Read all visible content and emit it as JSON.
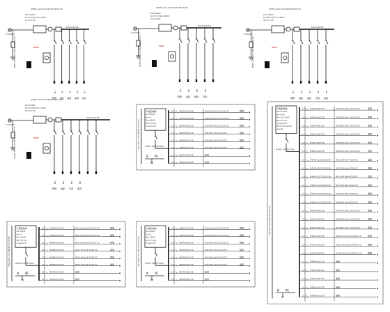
{
  "top_schematics": [
    {
      "id": "A",
      "header": "QDP5-A/L5-3mmM/2X35/50-F6",
      "bus_label": "3X12/20X35",
      "brk": "E-YAS(D)",
      "info": [
        "Pe=16kW",
        "Kx=0.8",
        "Pjs=12.8kW",
        "Ijs=24.3A"
      ],
      "branch_labels": [
        "N1",
        "N2",
        "N3",
        "N4",
        "N5"
      ],
      "bottom_labels": [
        "照明",
        "插座",
        "备用",
        "备用",
        "空调"
      ]
    },
    {
      "id": "B",
      "header": "QDP5-A/L5-3mmM/2X35/50-F6",
      "bus_label": "3X12/20X35",
      "brk": "E-YAS(D)",
      "info": [
        "Pe=20kW",
        "Kx=0.8",
        "Pjs=16kW",
        "Ijs=30.4A"
      ],
      "branch_labels": [
        "N1",
        "N2",
        "N3",
        "N4"
      ],
      "bottom_labels": [
        "照明",
        "插座",
        "备用",
        "空调"
      ]
    },
    {
      "id": "C",
      "header": "QDP5-A/L5-3mmM/2X35/50-F6",
      "bus_label": "3X12/20X35",
      "brk": "E-YAS(D)",
      "info": [
        "Pe=18kW",
        "Kx=0.8",
        "Pjs=14.4kW",
        "Ijs=27.3A"
      ],
      "branch_labels": [
        "N1",
        "N2",
        "N3",
        "N4",
        "N5"
      ],
      "bottom_labels": [
        "照明",
        "插座",
        "备用",
        "空调",
        "备用"
      ]
    },
    {
      "id": "D",
      "header": "QDP5-A/L5-3mmM/2X35/50-F6",
      "bus_label": "3X12/20X35",
      "brk": "E-YAS(D)",
      "info": [
        "Pe=22kW",
        "Kx=0.8",
        "Pjs=17.6kW",
        "Ijs=33.4A"
      ],
      "branch_labels": [
        "N1",
        "N2",
        "N3",
        "N4"
      ],
      "bottom_labels": [
        "照明",
        "插座",
        "空调",
        "备用"
      ]
    }
  ],
  "panels": [
    {
      "id": "P1",
      "vertical_label": "XAL-A/L5-3mmM/2X35/50-F6",
      "box": [
        "户型配电箱",
        "Pe=8kW",
        "Kx=1",
        "Pjs=8kW",
        "Ijs=15.2A",
        "cosφ=0.8"
      ],
      "main_brk": "HSM1-125M/3300",
      "n_label": "N",
      "pe_label": "PE",
      "rows": [
        {
          "phase": "L1",
          "brk": "HSM8-63/C16",
          "cable": "WL1 BV-3x2.5-SC15-CC",
          "dest": "照明"
        },
        {
          "phase": "L2",
          "brk": "HSM8-63/C16",
          "cable": "WL2 BV-3x2.5-SC15-CC",
          "dest": "照明"
        },
        {
          "phase": "L3",
          "brk": "HSM8-63/C16",
          "cable": "WL3 BV-3x2.5-SC15-CC",
          "dest": "照明"
        },
        {
          "phase": "L1",
          "brk": "HSM8-63/C16",
          "cable": "WX1 BV-3x4-SC20-FC",
          "dest": "插座"
        },
        {
          "phase": "L2",
          "brk": "HSM8-63/C16",
          "cable": "WX2 BV-3x4-SC20-FC",
          "dest": "插座"
        },
        {
          "phase": "L3",
          "brk": "HSM8-63/C16",
          "cable": "WX3 BV-3x4-SC20-FC",
          "dest": "插座"
        },
        {
          "phase": "L1",
          "brk": "HSM8-63/C16",
          "cable": "备用",
          "dest": ""
        },
        {
          "phase": "L2",
          "brk": "HSM8-63/C16",
          "cable": "备用",
          "dest": ""
        }
      ]
    },
    {
      "id": "P2",
      "vertical_label": "XAL-A/L5-3mmM/2X35/50-F6",
      "box": [
        "户型配电箱",
        "Pe=8kW",
        "Kx=1",
        "Pjs=8kW",
        "Ijs=15.2A",
        "cosφ=0.8"
      ],
      "main_brk": "HSM1-125M/3300",
      "n_label": "N",
      "pe_label": "PE",
      "rows": [
        {
          "phase": "L1",
          "brk": "HSM8-63/C16",
          "cable": "WL1 BV-3x2.5-SC15-CC",
          "dest": "照明"
        },
        {
          "phase": "L2",
          "brk": "HSM8-63/C16",
          "cable": "WL2 BV-3x2.5-SC15-CC",
          "dest": "照明"
        },
        {
          "phase": "L3",
          "brk": "HSM8-63/C16",
          "cable": "WL3 BV-3x2.5-SC15-CC",
          "dest": "照明"
        },
        {
          "phase": "L1",
          "brk": "HSM8-63/C16",
          "cable": "WX1 BV-3x4-SC20-FC",
          "dest": "插座"
        },
        {
          "phase": "L2",
          "brk": "HSM8-63/C16",
          "cable": "WX2 BV-3x4-SC20-FC",
          "dest": "插座"
        },
        {
          "phase": "L3",
          "brk": "HSM8-63/C16",
          "cable": "WX3 BV-3x4-SC20-FC",
          "dest": "插座"
        },
        {
          "phase": "L1",
          "brk": "HSM8-63/C16",
          "cable": "备用",
          "dest": ""
        },
        {
          "phase": "L2",
          "brk": "HSM8-63/C16",
          "cable": "备用",
          "dest": ""
        }
      ]
    },
    {
      "id": "P3",
      "vertical_label": "XAL-A/L5-3mmM/2X35/50-F6",
      "box": [
        "户型配电箱",
        "Pe=8kW",
        "Kx=1",
        "Pjs=8kW",
        "Ijs=15.2A",
        "cosφ=0.8"
      ],
      "main_brk": "HSM1-125M/3300",
      "n_label": "N",
      "pe_label": "PE",
      "rows": [
        {
          "phase": "L1",
          "brk": "HSM8-63/C16",
          "cable": "WL1 BV-3x2.5-SC15-CC",
          "dest": "照明"
        },
        {
          "phase": "L2",
          "brk": "HSM8-63/C16",
          "cable": "WL2 BV-3x2.5-SC15-CC",
          "dest": "照明"
        },
        {
          "phase": "L3",
          "brk": "HSM8-63/C16",
          "cable": "WL3 BV-3x2.5-SC15-CC",
          "dest": "照明"
        },
        {
          "phase": "L1",
          "brk": "HSM8-63/C16",
          "cable": "WX1 BV-3x4-SC20-FC",
          "dest": "插座"
        },
        {
          "phase": "L2",
          "brk": "HSM8-63/C16",
          "cable": "WX2 BV-3x4-SC20-FC",
          "dest": "插座"
        },
        {
          "phase": "L3",
          "brk": "HSM8-63/C16",
          "cable": "WX3 BV-3x4-SC20-FC",
          "dest": "插座"
        },
        {
          "phase": "L1",
          "brk": "HSM8-63/C16",
          "cable": "备用",
          "dest": ""
        },
        {
          "phase": "L2",
          "brk": "HSM8-63/C16",
          "cable": "备用",
          "dest": ""
        }
      ]
    },
    {
      "id": "P4",
      "vertical_label": "XAL-A/L5-3mmM/2X35/50-F6",
      "box": [
        "户型配电箱",
        "Pe=8kW",
        "Kx=1",
        "Pjs=8kW",
        "Ijs=15.2A",
        "cosφ=0.8"
      ],
      "main_brk": "HSM1-125M/3300",
      "n_label": "N",
      "pe_label": "PE",
      "rows": [
        {
          "phase": "L1",
          "brk": "HSM8-63/C16",
          "cable": "WL1 BV-3x2.5-SC15-CC",
          "dest": "照明"
        },
        {
          "phase": "L2",
          "brk": "HSM8-63/C16",
          "cable": "WL2 BV-3x2.5-SC15-CC",
          "dest": "照明"
        },
        {
          "phase": "L3",
          "brk": "HSM8-63/C16",
          "cable": "WL3 BV-3x2.5-SC15-CC",
          "dest": "照明"
        },
        {
          "phase": "L1",
          "brk": "HSM8-63/C16",
          "cable": "WX1 BV-3x4-SC20-FC",
          "dest": "插座"
        },
        {
          "phase": "L2",
          "brk": "HSM8-63/C16",
          "cable": "WX2 BV-3x4-SC20-FC",
          "dest": "插座"
        },
        {
          "phase": "L3",
          "brk": "HSM8-63/C16",
          "cable": "WX3 BV-3x4-SC20-FC",
          "dest": "插座"
        },
        {
          "phase": "L1",
          "brk": "HSM8-63/C16",
          "cable": "备用",
          "dest": ""
        },
        {
          "phase": "L2",
          "brk": "HSM8-63/C16",
          "cable": "备用",
          "dest": ""
        }
      ]
    },
    {
      "id": "P5",
      "vertical_label": "XAL-A/L5-3mmM/2X35/50-F6",
      "box": [
        "户型配电箱",
        "Pe=16kW",
        "Kx=0.8",
        "Pjs=12.8kW",
        "Ijs=24.3A",
        "cosφ=0.8",
        "BV-5x10-SC32",
        "WC/FC"
      ],
      "main_brk": "HSM1-125M/3300",
      "n_label": "N",
      "pe_label": "PE",
      "rows": [
        {
          "phase": "L1",
          "brk": "HSM8-63/C16",
          "cable": "WL1 BV-3x2.5-PC16-CC",
          "dest": "照明"
        },
        {
          "phase": "L2",
          "brk": "HSM8-63/C16",
          "cable": "WL2 BV-3x2.5-PC16-CC",
          "dest": "照明"
        },
        {
          "phase": "L3",
          "brk": "HSM8-63/C16",
          "cable": "WL3 BV-3x2.5-PC16-CC",
          "dest": "照明"
        },
        {
          "phase": "L1",
          "brk": "HSM8-63/C16",
          "cable": "WL4 BV-3x2.5-PC16-CC",
          "dest": "照明"
        },
        {
          "phase": "L2",
          "brk": "HSM8-63/C16",
          "cable": "WL5 BV-3x2.5-PC16-CC",
          "dest": "照明"
        },
        {
          "phase": "L3",
          "brk": "HSM8-63/C16",
          "cable": "WL6 BV-3x2.5-PC16-CC",
          "dest": "照明"
        },
        {
          "phase": "L1",
          "brk": "HSM8-32/C20/0.03A",
          "cable": "WX1 BV-3x4-PC20-FC",
          "dest": "插座"
        },
        {
          "phase": "L2",
          "brk": "HSM8-32/C20/0.03A",
          "cable": "WX2 BV-3x4-PC20-FC",
          "dest": "插座"
        },
        {
          "phase": "L3",
          "brk": "HSM8-32/C20/0.03A",
          "cable": "WX3 BV-3x4-PC20-FC",
          "dest": "插座"
        },
        {
          "phase": "L1",
          "brk": "HSM8-32/C20/0.03A",
          "cable": "WX4 BV-3x4-PC20-FC",
          "dest": "插座"
        },
        {
          "phase": "L2",
          "brk": "HSM8-32/C20/0.03A",
          "cable": "WX5 BV-3x4-PC20-FC",
          "dest": "插座"
        },
        {
          "phase": "L3",
          "brk": "HSM8-32/C20/0.03A",
          "cable": "WX6 BV-3x4-PC20-FC",
          "dest": "插座"
        },
        {
          "phase": "L1",
          "brk": "HSM8-63/C16",
          "cable": "WL7 BV-3x2.5-PC16-CC",
          "dest": "照明"
        },
        {
          "phase": "L2",
          "brk": "HSM8-63/C16",
          "cable": "WL8 BV-3x2.5-PC16-CC",
          "dest": "照明"
        },
        {
          "phase": "L3",
          "brk": "HSM8-63/C16",
          "cable": "WL9 BV-3x2.5-PC16-CC",
          "dest": "照明"
        },
        {
          "phase": "L1",
          "brk": "HSM8-63/C16",
          "cable": "WL10 BV-3x2.5-PC16-CC",
          "dest": "照明"
        },
        {
          "phase": "L2",
          "brk": "HSM8-63/C16",
          "cable": "WL11 BV-3x2.5-PC16-CC",
          "dest": "照明"
        },
        {
          "phase": "L3",
          "brk": "HSM8-63/C16",
          "cable": "WL12 BV-3x2.5-PC16-CC",
          "dest": "照明"
        },
        {
          "phase": "L1",
          "brk": "HSM8-63/C16",
          "cable": "备用",
          "dest": ""
        },
        {
          "phase": "L2",
          "brk": "HSM8-63/C16",
          "cable": "备用",
          "dest": ""
        },
        {
          "phase": "L3",
          "brk": "HSM8-63/C16",
          "cable": "备用",
          "dest": ""
        },
        {
          "phase": "L1",
          "brk": "HSM8-63/C16",
          "cable": "备用",
          "dest": ""
        },
        {
          "phase": "L2",
          "brk": "HSM8-63/C16",
          "cable": "备用",
          "dest": ""
        }
      ]
    }
  ]
}
